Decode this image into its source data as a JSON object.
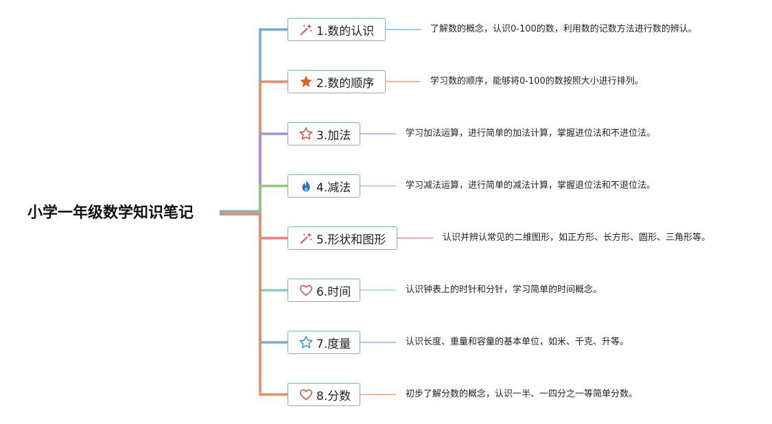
{
  "root": {
    "title": "小学一年级数学知识笔记"
  },
  "branches": [
    {
      "label": "1.数的认识",
      "icon": "magic-wand-icon",
      "color": "#6aaee0",
      "desc": "了解数的概念，认识0-100的数，利用数的记数方法进行数的辨认。"
    },
    {
      "label": "2.数的顺序",
      "icon": "star-filled-icon",
      "color": "#ee8a5e",
      "desc": "学习数的顺序，能够将0-100的数按照大小进行排列。"
    },
    {
      "label": "3.加法",
      "icon": "star-outline-icon",
      "color": "#a98be0",
      "desc": "学习加法运算，进行简单的加法计算，掌握进位法和不进位法。"
    },
    {
      "label": "4.减法",
      "icon": "flame-icon",
      "color": "#8cc97a",
      "desc": "学习减法运算，进行简单的减法计算，掌握退位法和不退位法。"
    },
    {
      "label": "5.形状和图形",
      "icon": "magic-wand-icon",
      "color": "#ee7a72",
      "desc": "认识并辨认常见的二维图形，如正方形、长方形、圆形、三角形等。"
    },
    {
      "label": "6.时间",
      "icon": "heart-outline-icon",
      "color": "#7fd0c8",
      "desc": "认识钟表上的时针和分针，学习简单的时间概念。"
    },
    {
      "label": "7.度量",
      "icon": "star-outline-blue-icon",
      "color": "#6aaee0",
      "desc": "认识长度、重量和容量的基本单位，如米、千克、升等。"
    },
    {
      "label": "8.分数",
      "icon": "heart-outline-icon",
      "color": "#ee8a5e",
      "desc": "初步了解分数的概念，认识一半、一四分之一等简单分数。"
    }
  ]
}
